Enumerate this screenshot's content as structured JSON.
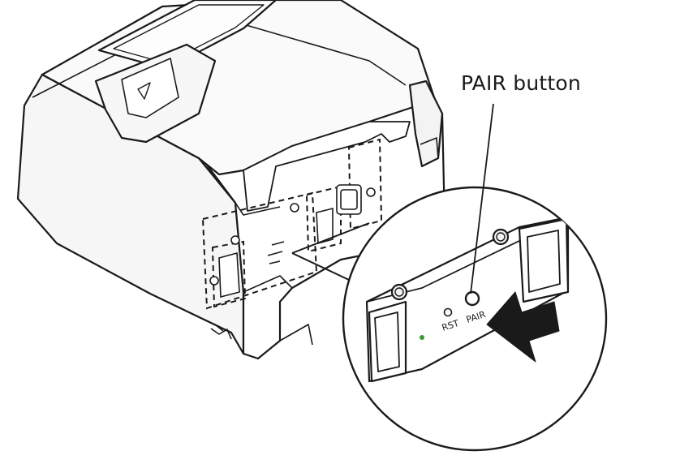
{
  "callout": {
    "label": "PAIR button"
  },
  "panel_labels": {
    "rst": "RST",
    "pair": "PAIR"
  },
  "colors": {
    "line": "#1a1a1a",
    "fill": "#ffffff",
    "body_shade": "#f4f4f4",
    "led": "#3a9a3a",
    "arrow": "#1a1a1a"
  }
}
